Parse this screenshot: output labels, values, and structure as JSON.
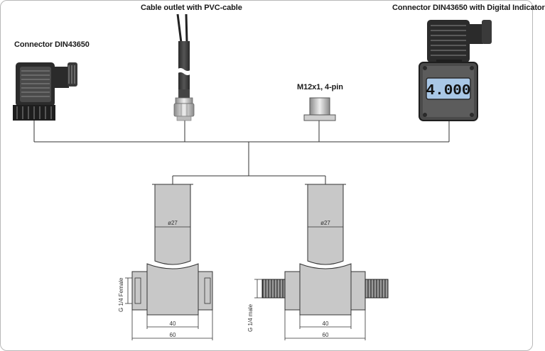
{
  "labels": {
    "cable": "Cable outlet with PVC-cable",
    "din": "Connector DIN43650",
    "din_display": "Connector DIN43650 with Digital Indicator",
    "m12": "M12x1, 4-pin"
  },
  "display": {
    "reading": "4.000"
  },
  "sensor_female": {
    "diameter": "ø27",
    "thread": "G 1/4 Female",
    "width_inner": "40",
    "width_outer": "60"
  },
  "sensor_male": {
    "diameter": "ø27",
    "thread": "G 1/4 male",
    "width_inner": "40",
    "width_outer": "60"
  },
  "colors": {
    "body_gray": "#c8c8c8",
    "dark_gray": "#3a3a3a",
    "lcd_blue": "#a9c7e6"
  }
}
